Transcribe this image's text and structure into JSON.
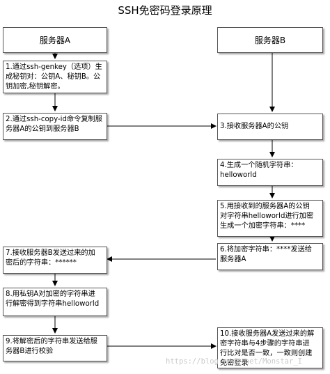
{
  "title": "SSH免密码登录原理",
  "server_a": {
    "label": "服务器A"
  },
  "server_b": {
    "label": "服务器B"
  },
  "steps": {
    "s1": "1.通过ssh-genkey（选项）生\n成秘钥对：公钥A、秘钥B。公\n钥加密,秘钥解密。",
    "s2": "2.通过ssh-copy-id命令复制服\n务器A的公钥到服务器B",
    "s3": "3.接收服务器A的公钥",
    "s4": "4.生成一个随机字符串：\nhelloworld",
    "s5": "5.用接收到的服务器A的公钥\n对字符串helloworld进行加密\n生成一个加密字符串：****",
    "s6": "6.将加密字符串：****发送给\n服务器A",
    "s7": "7.接收服务器B发送过来的加\n密后的字符串：******",
    "s8": "8.用私钥A对加密的字符串进\n行解密得到字符串helloworld",
    "s9": "9.将解密后的字符串发送给服\n务器B进行校验",
    "s10": "10.接收服务器A发送过来的解\n密字符串与4步骤的字符串进\n行比对是否一致，一致则创建\n免密登录"
  },
  "watermark": "https://blog.csdn.net/Monstar_I"
}
